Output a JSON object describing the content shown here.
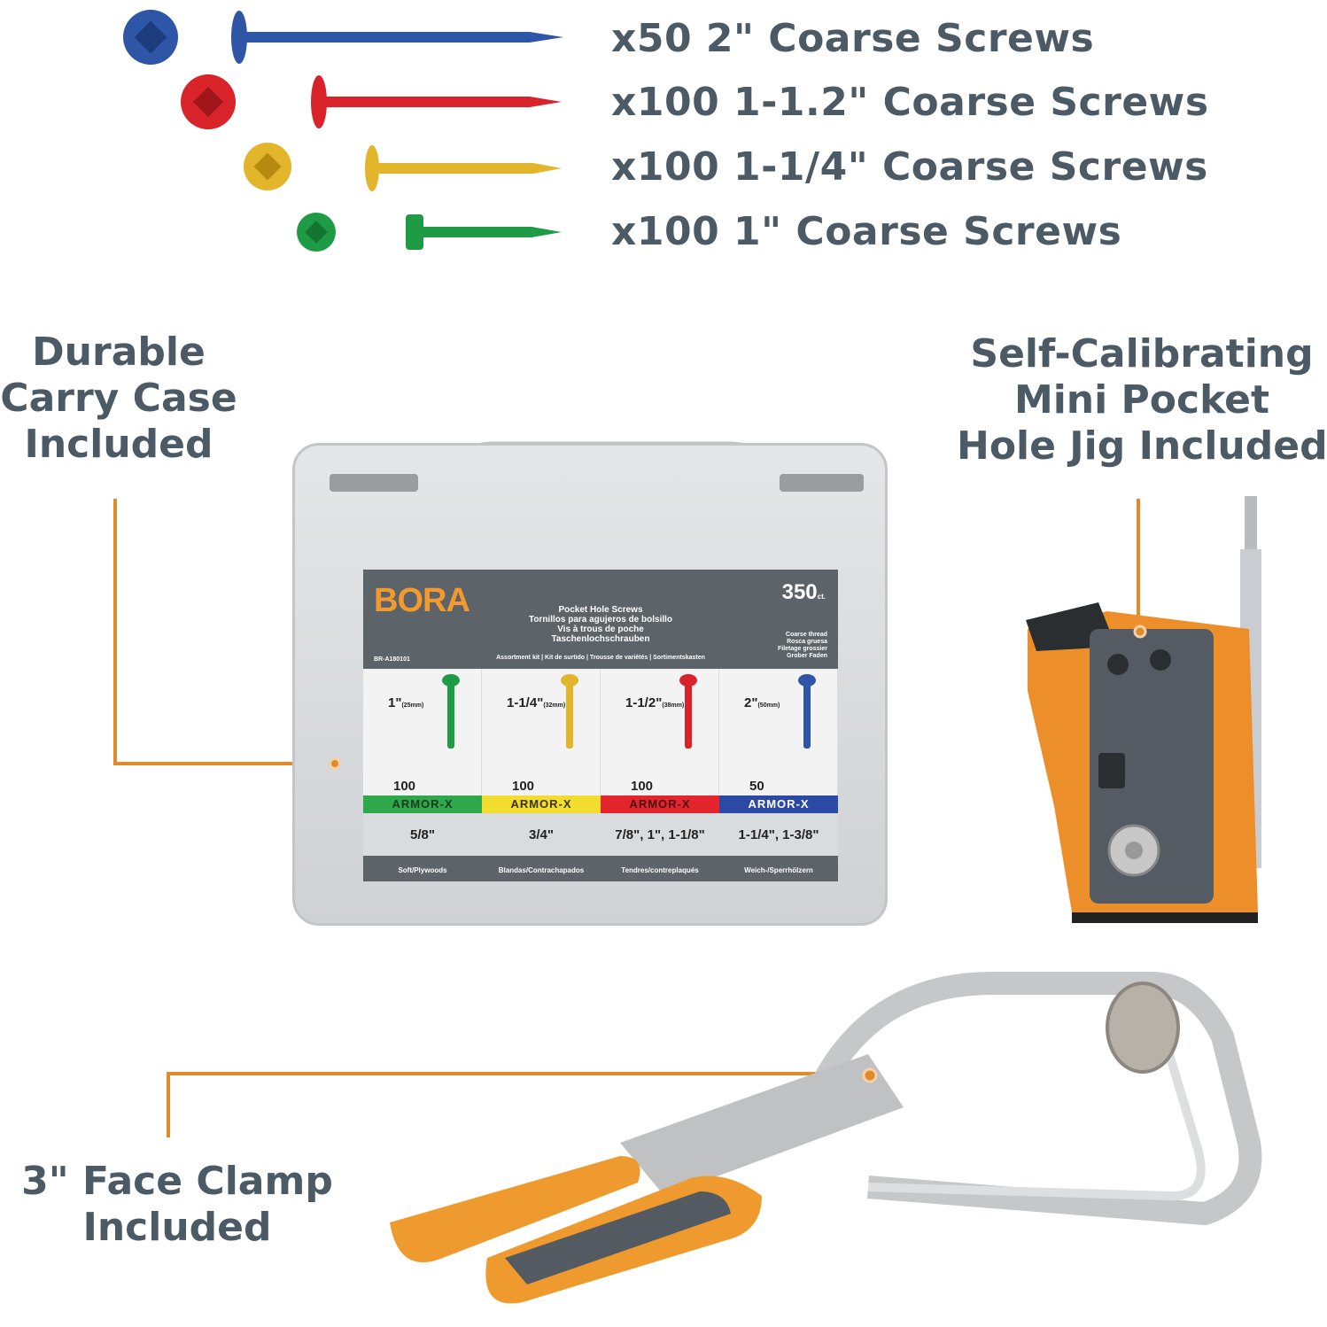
{
  "screws": [
    {
      "label": "x50 2\" Coarse Screws",
      "color": "#2f55a6"
    },
    {
      "label": "x100 1-1.2\" Coarse Screws",
      "color": "#d8232a"
    },
    {
      "label": "x100 1-1/4\" Coarse Screws",
      "color": "#e3b52a"
    },
    {
      "label": "x100 1\" Coarse Screws",
      "color": "#1f9a45"
    }
  ],
  "features": {
    "case": "Durable Carry Case Included",
    "case_lines": [
      "Durable",
      "Carry Case",
      "Included"
    ],
    "jig_lines": [
      "Self-Calibrating",
      "Mini Pocket",
      "Hole Jig Included"
    ],
    "clamp_lines": [
      "3\" Face Clamp",
      "Included"
    ]
  },
  "accent_color": "#e08a2a",
  "label": {
    "brand": "BORA",
    "count": "350",
    "count_unit": "ct.",
    "titles": [
      "Pocket Hole Screws",
      "Tornillos para agujeros de bolsillo",
      "Vis à trous de poche",
      "Taschenlochschrauben"
    ],
    "subtitle": "Assortment kit | Kit de surtido | Trousse de variétés | Sortimentskasten",
    "sku": "BR-A180101",
    "thread": [
      "Coarse thread",
      "Rosca gruesa",
      "Filetage grossier",
      "Grober Faden"
    ],
    "columns": [
      {
        "size": "1\"",
        "mm": "(25mm)",
        "count": "100",
        "band": "ARMOR-X",
        "band_color": "#2ea84a",
        "thickness": "5/8\"",
        "color": "#1f9a45"
      },
      {
        "size": "1-1/4\"",
        "mm": "(32mm)",
        "count": "100",
        "band": "ARMOR-X",
        "band_color": "#f2dd2e",
        "thickness": "3/4\"",
        "color": "#e3b52a"
      },
      {
        "size": "1-1/2\"",
        "mm": "(38mm)",
        "count": "100",
        "band": "ARMOR-X",
        "band_color": "#e3262d",
        "thickness": "7/8\", 1\", 1-1/8\"",
        "color": "#d8232a"
      },
      {
        "size": "2\"",
        "mm": "(50mm)",
        "count": "50",
        "band": "ARMOR-X",
        "band_color": "#2c4aa5",
        "thickness": "1-1/4\", 1-3/8\"",
        "color": "#2f55a6"
      }
    ],
    "footer": [
      "Soft/Plywoods",
      "Blandas/Contrachapados",
      "Tendres/contreplaqués",
      "Weich-/Sperrhölzern"
    ]
  }
}
